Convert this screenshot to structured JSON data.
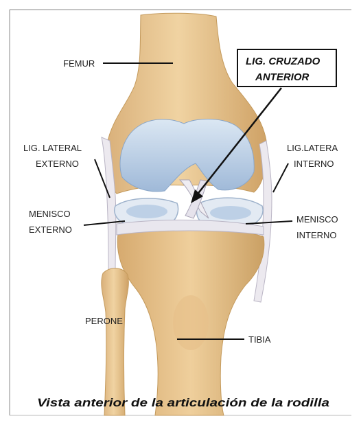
{
  "labels": {
    "femur": "FEMUR",
    "lig_lateral_externo_1": "LIG. LATERAL",
    "lig_lateral_externo_2": "EXTERNO",
    "lig_lateral_interno_1": "LIG.LATERA",
    "lig_lateral_interno_2": "INTERNO",
    "menisco_externo_1": "MENISCO",
    "menisco_externo_2": "EXTERNO",
    "menisco_interno_1": "MENISCO",
    "menisco_interno_2": "INTERNO",
    "perone": "PERONE",
    "tibia": "TIBIA"
  },
  "callout": {
    "line1": "LIG. CRUZADO",
    "line2": "ANTERIOR"
  },
  "caption": "Vista anterior de la articulación de la rodilla",
  "colors": {
    "bone": "#e8c690",
    "bone_shade": "#d2a869",
    "cartilage": "#b8cde4",
    "cartilage_light": "#dbe7f3",
    "ligament": "#e9e7ee",
    "frame": "#555555"
  }
}
